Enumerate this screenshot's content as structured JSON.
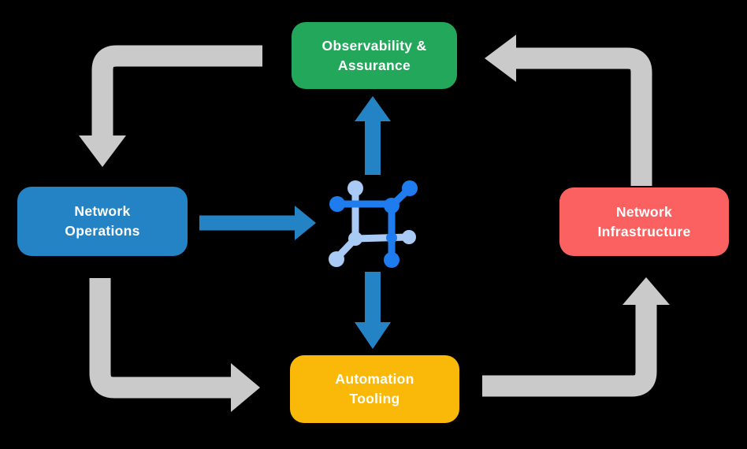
{
  "colors": {
    "background": "#000000",
    "flow_arrow_gray": "#CACACA",
    "process_arrow_blue": "#2383C4",
    "icon_dark_blue": "#1E7CEE",
    "icon_light_blue": "#A9CAF5",
    "text": "#FFFFFF"
  },
  "nodes": {
    "observability": {
      "label": "Observability & Assurance",
      "lines": [
        "Observability &",
        "Assurance"
      ],
      "color": "#22A75B"
    },
    "operations": {
      "label": "Network Operations",
      "lines": [
        "Network",
        "Operations"
      ],
      "color": "#2383C4"
    },
    "infrastructure": {
      "label": "Network Infrastructure",
      "lines": [
        "Network",
        "Infrastructure"
      ],
      "color": "#FA6160"
    },
    "automation": {
      "label": "Automation Tooling",
      "lines": [
        "Automation",
        "Tooling"
      ],
      "color": "#FAB908"
    }
  },
  "center_icon": {
    "name": "network-fabric-icon",
    "description": "square network node glyph with connected endpoints in dark and light blue"
  },
  "edges": [
    {
      "from": "Network Operations",
      "to": "center icon",
      "style": "blue-solid",
      "direction": "right"
    },
    {
      "from": "center icon",
      "to": "Observability & Assurance",
      "style": "blue-solid",
      "direction": "up"
    },
    {
      "from": "center icon",
      "to": "Automation Tooling",
      "style": "blue-solid",
      "direction": "down"
    },
    {
      "from": "Observability & Assurance",
      "to": "Network Operations",
      "style": "gray-flow",
      "direction": "left-then-down"
    },
    {
      "from": "Network Operations",
      "to": "Automation Tooling",
      "style": "gray-flow",
      "direction": "down-then-right"
    },
    {
      "from": "Automation Tooling",
      "to": "Network Infrastructure",
      "style": "gray-flow",
      "direction": "right-then-up"
    },
    {
      "from": "Network Infrastructure",
      "to": "Observability & Assurance",
      "style": "gray-flow",
      "direction": "up-then-left"
    }
  ]
}
